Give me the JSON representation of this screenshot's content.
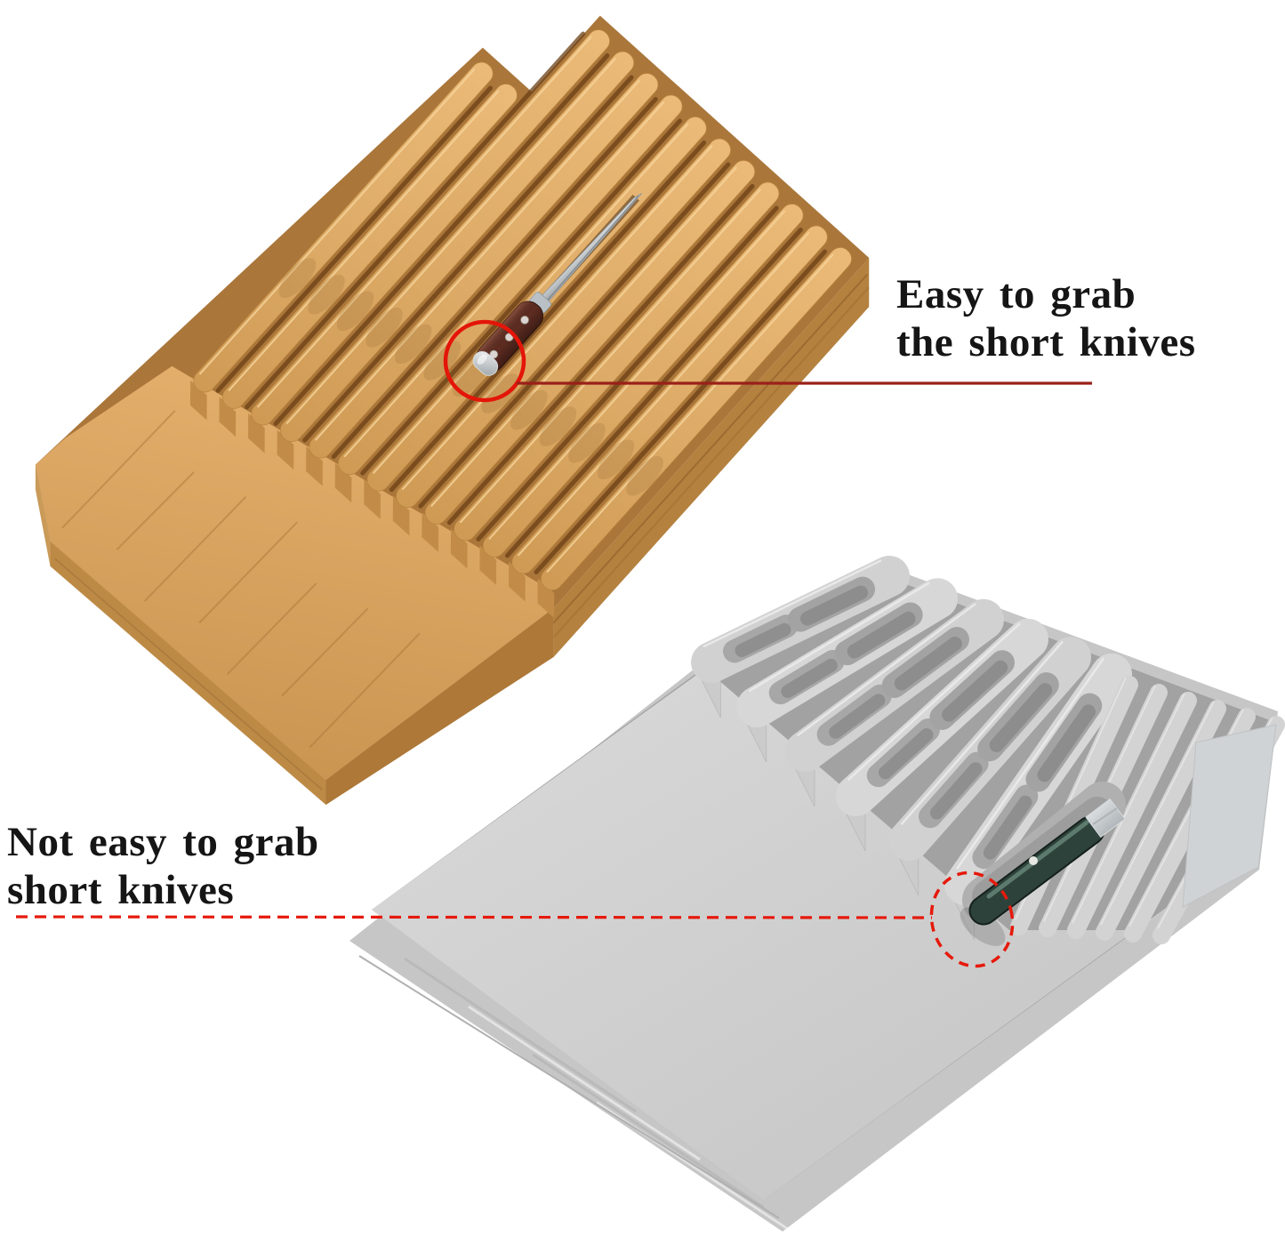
{
  "background_color": "#ffffff",
  "callouts": {
    "easy": {
      "line1": "Easy to grab",
      "line2": "the short knives",
      "text_color": "#151515",
      "leader_line_color": "#9a2019",
      "circle_color": "#e41509",
      "style": "solid"
    },
    "not_easy": {
      "line1": "Not easy to grab",
      "line2": "short knives",
      "text_color": "#151515",
      "leader_line_color": "#e6190b",
      "circle_color": "#e6190b",
      "style": "dashed"
    }
  },
  "products": {
    "bamboo_block": {
      "description": "Bamboo in-drawer knife block holding one short knife",
      "slat_count": 13,
      "wood_color": "#d9a55f",
      "slot_floor_color": "#aa763a",
      "knife": {
        "blade_color": "#c9ced3",
        "handle_color": "#5e2c21",
        "cap_color": "#d8dcde",
        "rivet_count": 3
      }
    },
    "gray_block": {
      "description": "Grayscale in-drawer knife organizer holding one knife",
      "wide_slat_count": 6,
      "narrow_slat_count": 6,
      "body_color": "#d2d2d2",
      "recess_color": "#a6a6a6",
      "knife": {
        "handle_color": "#2d423b",
        "cap_color": "#d7dbdc",
        "rivet_count": 1
      }
    }
  }
}
